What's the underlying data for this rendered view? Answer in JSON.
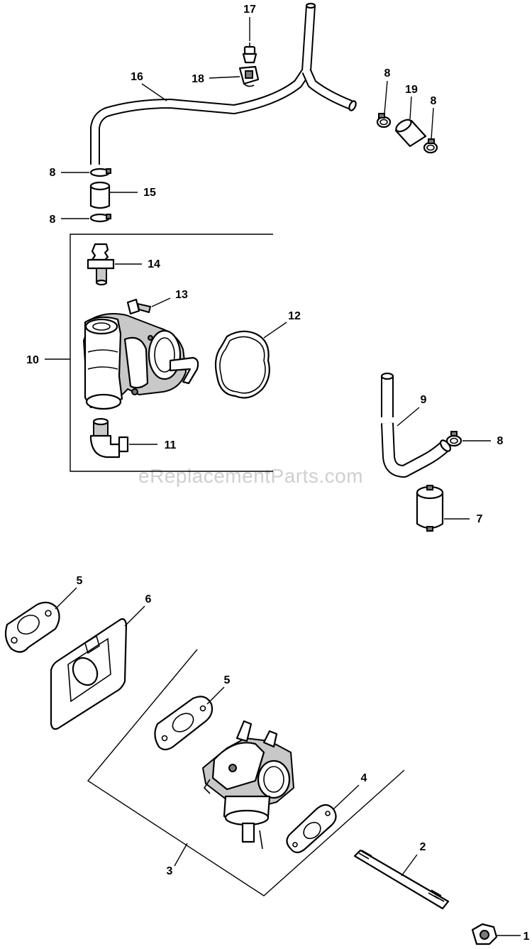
{
  "watermark": "eReplacementParts.com",
  "callouts": {
    "c1": "1",
    "c2": "2",
    "c3": "3",
    "c4": "4",
    "c5a": "5",
    "c5b": "5",
    "c6": "6",
    "c7": "7",
    "c8a": "8",
    "c8b": "8",
    "c8c": "8",
    "c8d": "8",
    "c8e": "8",
    "c9": "9",
    "c10": "10",
    "c11": "11",
    "c12": "12",
    "c13": "13",
    "c14": "14",
    "c15": "15",
    "c16": "16",
    "c17": "17",
    "c18": "18",
    "c19": "19"
  }
}
